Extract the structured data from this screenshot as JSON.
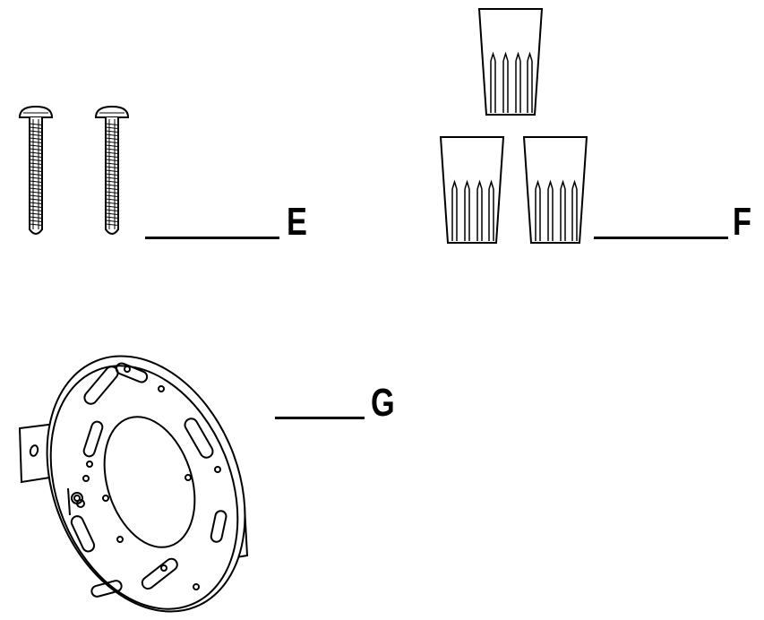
{
  "parts": {
    "e": {
      "label": "E",
      "icon": "screw-icon"
    },
    "f": {
      "label": "F",
      "icon": "wire-nut-icon"
    },
    "g": {
      "label": "G",
      "icon": "mounting-bracket-icon"
    }
  },
  "colors": {
    "line": "#000000",
    "background": "#ffffff"
  }
}
